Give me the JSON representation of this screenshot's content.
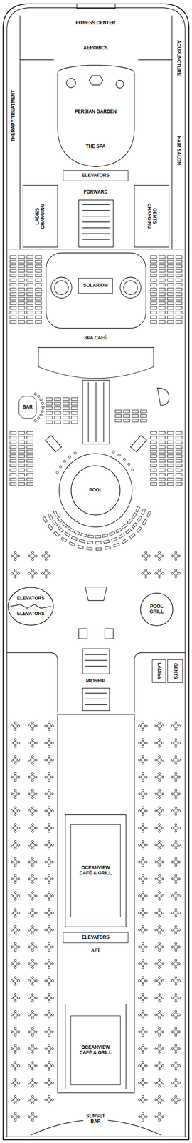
{
  "diagram": {
    "nodes": [
      {
        "text": [
          "ELEVATORS"
        ]
      },
      {
        "text": [
          "SOLARIUM"
        ]
      },
      {
        "text": [
          "BAR"
        ]
      },
      {
        "text": [
          "POOL"
        ]
      },
      {
        "text": [
          "ELEVATORS",
          "ELEVATORS"
        ]
      },
      {
        "text": [
          "POOL GRILL"
        ]
      },
      {
        "text": [
          "LADIES"
        ]
      },
      {
        "text": [
          "GENTS"
        ]
      },
      {
        "text": [
          "OCEANVIEW CAFÉ & GRILL"
        ]
      },
      {
        "text": [
          "ELEVATORS"
        ]
      },
      {
        "text": [
          "OCEANVIEW CAFÉ & GRILL"
        ]
      }
    ],
    "labels": [
      "FITNESS CENTER",
      "AEROBICS",
      "THERAPY/TREATMENT",
      "ACUPUNCTURE",
      "PERSIAN GARDEN",
      "THE SPA",
      "HAIR SALON",
      "FORWARD",
      "LADIES CHANGING",
      "GENTS CHANGING",
      "SPA CAFÉ",
      "MIDSHIP",
      "AFT",
      "SUNSET BAR"
    ]
  }
}
